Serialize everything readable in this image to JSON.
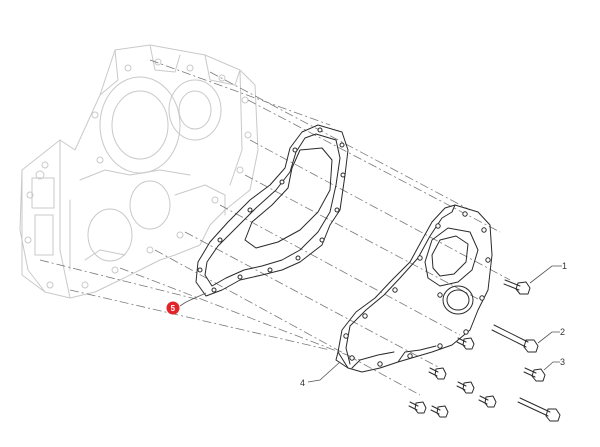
{
  "callouts": [
    {
      "id": "1",
      "label": "1"
    },
    {
      "id": "2",
      "label": "2"
    },
    {
      "id": "3",
      "label": "3"
    },
    {
      "id": "4",
      "label": "4"
    },
    {
      "id": "5",
      "label": "5"
    }
  ],
  "colors": {
    "highlight": "#e0242a",
    "line": "#2a2a2a",
    "housing": "#c9c9c9"
  }
}
